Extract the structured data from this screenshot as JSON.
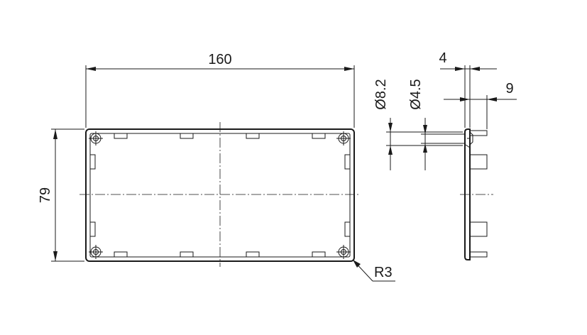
{
  "drawing": {
    "front_view": {
      "width_label": "160",
      "height_label": "79",
      "radius_label": "R3"
    },
    "side_view": {
      "outer_hole_label": "Ø8.2",
      "inner_hole_label": "Ø4.5",
      "thickness_label": "4",
      "depth_label": "9"
    }
  }
}
